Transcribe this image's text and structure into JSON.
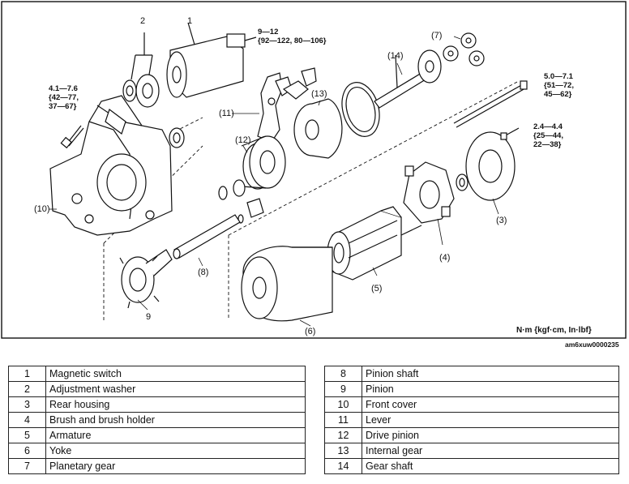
{
  "figure": {
    "part_labels": [
      {
        "id": "1",
        "text": "1"
      },
      {
        "id": "2",
        "text": "2"
      },
      {
        "id": "3",
        "text": "(3)"
      },
      {
        "id": "4",
        "text": "(4)"
      },
      {
        "id": "5",
        "text": "(5)"
      },
      {
        "id": "6",
        "text": "(6)"
      },
      {
        "id": "7",
        "text": "(7)"
      },
      {
        "id": "8",
        "text": "(8)"
      },
      {
        "id": "9",
        "text": "9"
      },
      {
        "id": "10",
        "text": "(10)"
      },
      {
        "id": "11",
        "text": "(11)"
      },
      {
        "id": "12",
        "text": "(12)"
      },
      {
        "id": "13",
        "text": "(13)"
      },
      {
        "id": "14",
        "text": "(14)"
      }
    ],
    "torques": [
      {
        "id": "solenoid-nut",
        "text": "9—12\n{92—122, 80—106}"
      },
      {
        "id": "front-cover-bolt",
        "text": "4.1—7.6\n{42—77,\n37—67}"
      },
      {
        "id": "through-bolt",
        "text": "5.0—7.1\n{51—72,\n45—62}"
      },
      {
        "id": "rear-screw",
        "text": "2.4—4.4\n{25—44,\n22—38}"
      }
    ],
    "units": "N·m {kgf·cm, In·lbf}",
    "figure_id": "am6xuw0000235"
  },
  "parts_table": {
    "left": [
      {
        "num": "1",
        "name": "Magnetic switch"
      },
      {
        "num": "2",
        "name": "Adjustment washer"
      },
      {
        "num": "3",
        "name": "Rear housing"
      },
      {
        "num": "4",
        "name": "Brush and brush holder"
      },
      {
        "num": "5",
        "name": "Armature"
      },
      {
        "num": "6",
        "name": "Yoke"
      },
      {
        "num": "7",
        "name": "Planetary gear"
      }
    ],
    "right": [
      {
        "num": "8",
        "name": "Pinion shaft"
      },
      {
        "num": "9",
        "name": "Pinion"
      },
      {
        "num": "10",
        "name": "Front cover"
      },
      {
        "num": "11",
        "name": "Lever"
      },
      {
        "num": "12",
        "name": "Drive pinion"
      },
      {
        "num": "13",
        "name": "Internal gear"
      },
      {
        "num": "14",
        "name": "Gear shaft"
      }
    ]
  }
}
